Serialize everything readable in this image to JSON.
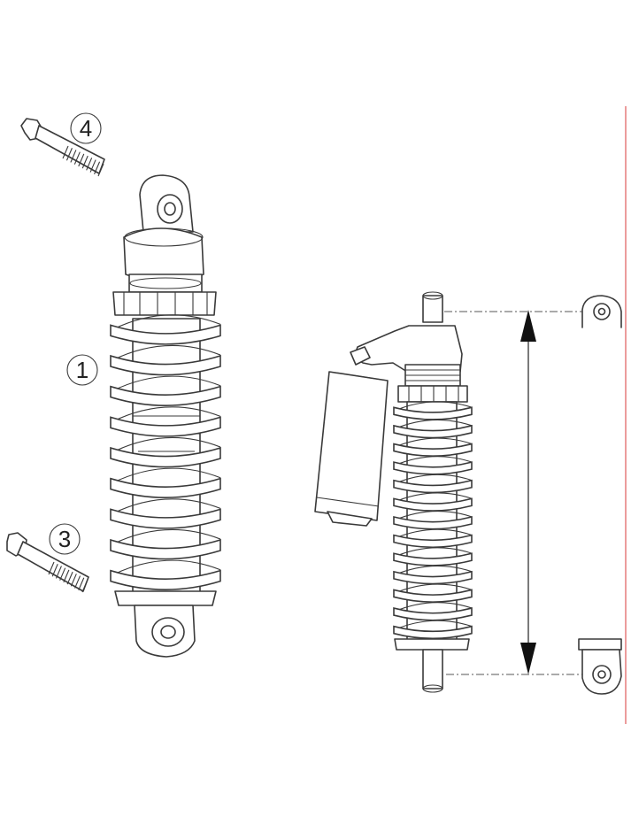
{
  "callouts": {
    "shock_absorber": "1",
    "lower_bolt": "3",
    "upper_bolt": "4"
  },
  "colors": {
    "line": "#3a3a3a",
    "border": "#e05a5a",
    "background": "#ffffff"
  }
}
